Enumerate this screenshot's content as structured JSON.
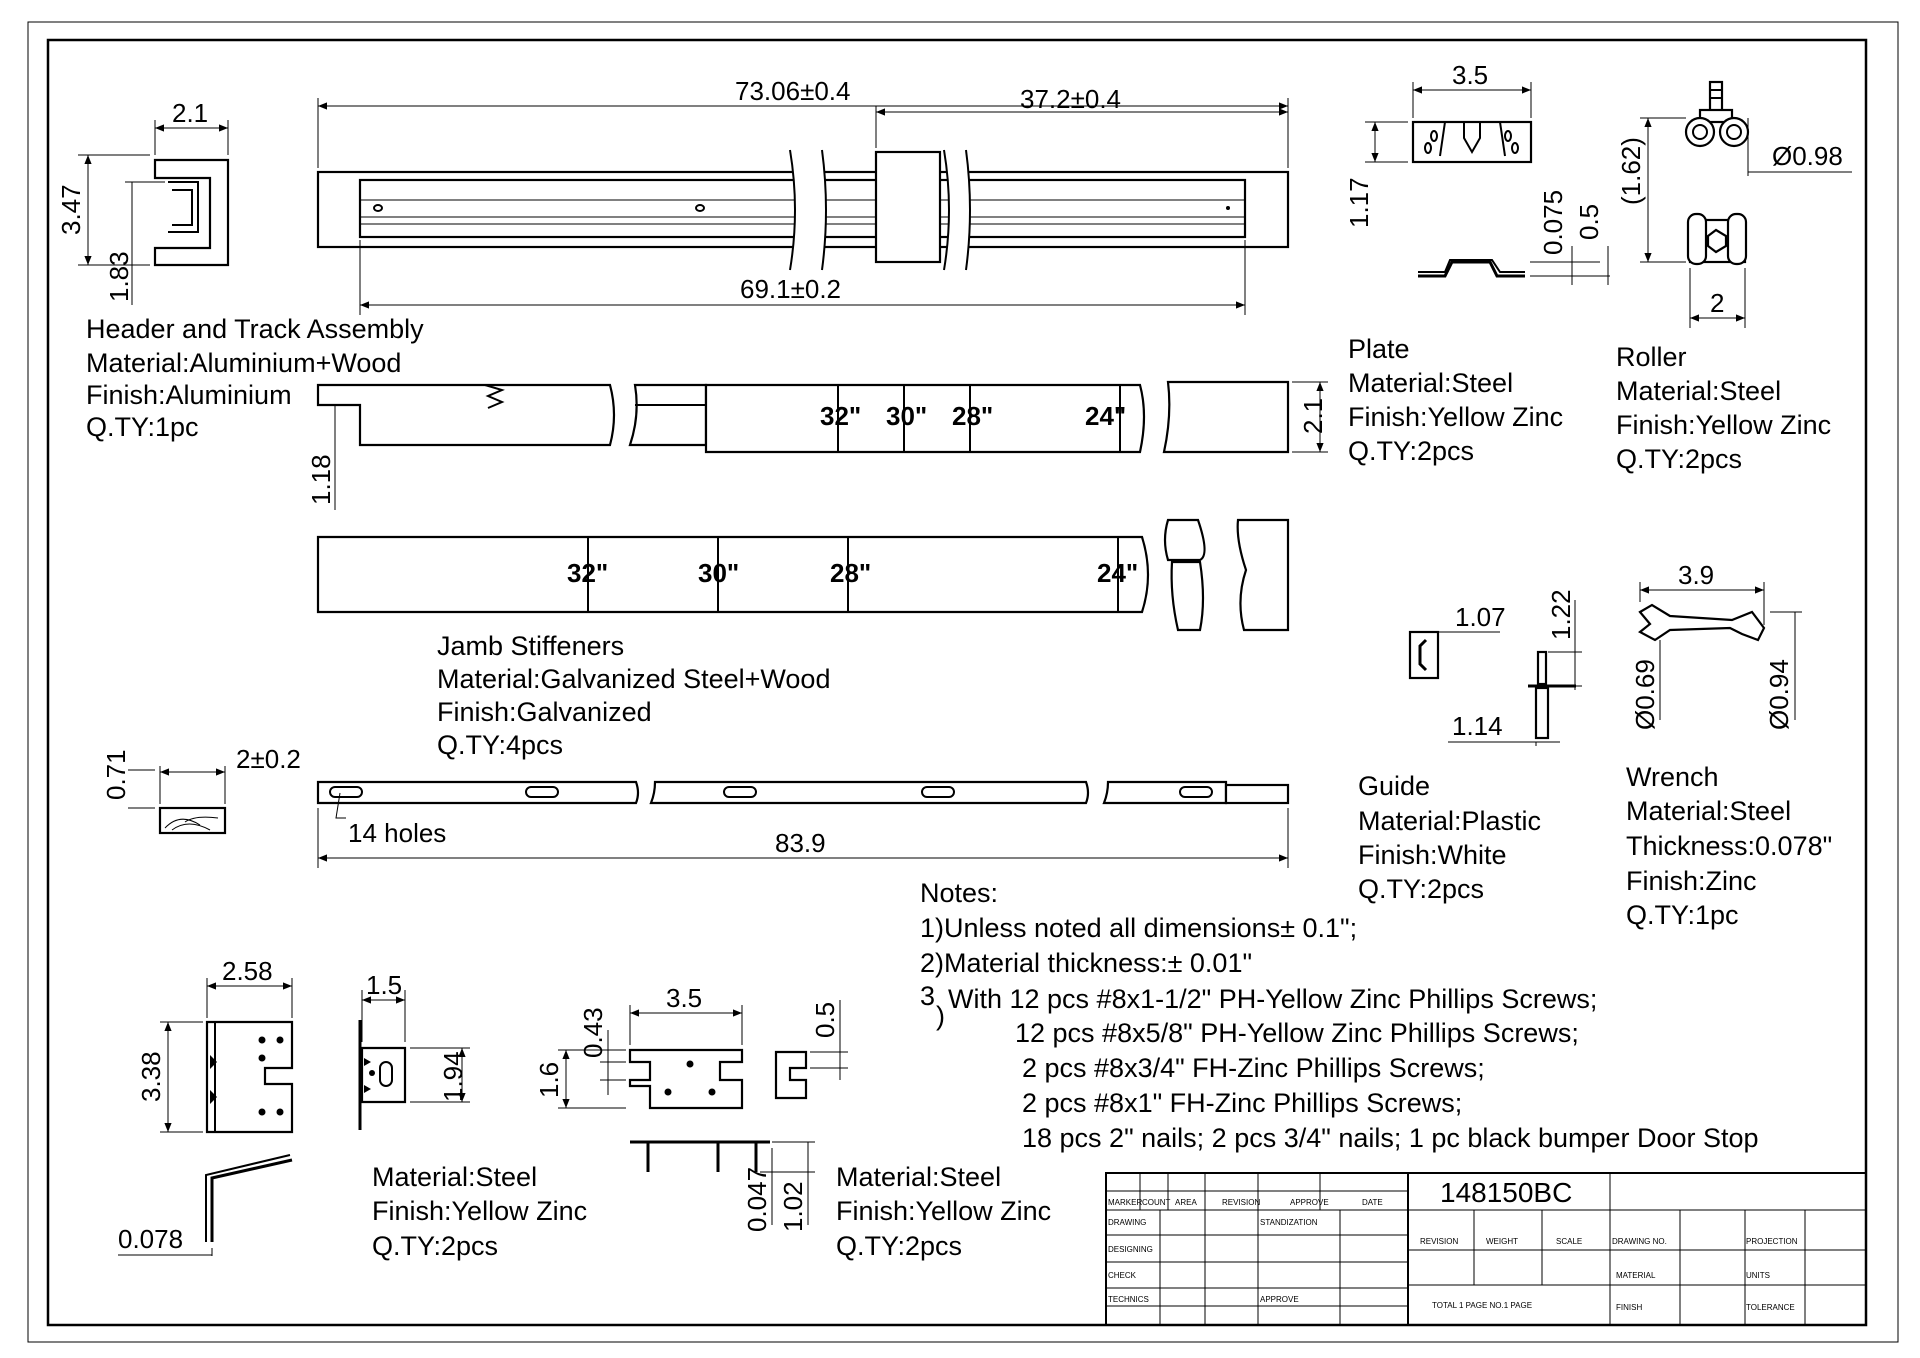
{
  "header_track": {
    "dims": {
      "width": "2.1",
      "height": "3.47",
      "depth": "1.83",
      "overall": "73.06±0.4",
      "right": "37.2±0.4",
      "track": "69.1±0.2"
    },
    "lines": [
      "Header and Track Assembly",
      "Material:Aluminium+Wood",
      "Finish:Aluminium",
      "Q.TY:1pc"
    ]
  },
  "header_board": {
    "dims": {
      "thick": "1.18",
      "height": "2.1"
    },
    "marks": [
      "32\"",
      "30\"",
      "28\"",
      "24\""
    ]
  },
  "jamb": {
    "marks": [
      "32\"",
      "30\"",
      "28\"",
      "24\""
    ],
    "lines": [
      "Jamb Stiffeners",
      "Material:Galvanized Steel+Wood",
      "Finish:Galvanized",
      "Q.TY:4pcs"
    ],
    "dims": {
      "section_h": "0.71",
      "section_w": "2±0.2",
      "length": "83.9",
      "holes": "14 holes"
    }
  },
  "plate": {
    "dims": {
      "w": "3.5",
      "h": "1.17",
      "t": "0.075",
      "step": "0.5"
    },
    "lines": [
      "Plate",
      "Material:Steel",
      "Finish:Yellow Zinc",
      "Q.TY:2pcs"
    ]
  },
  "roller": {
    "dims": {
      "h": "(1.62)",
      "dia": "Ø0.98",
      "w": "2"
    },
    "lines": [
      "Roller",
      "Material:Steel",
      "Finish:Yellow Zinc",
      "Q.TY:2pcs"
    ]
  },
  "guide": {
    "dims": {
      "a": "1.07",
      "b": "1.22",
      "c": "1.14"
    },
    "lines": [
      "Guide",
      "Material:Plastic",
      "Finish:White",
      "Q.TY:2pcs"
    ]
  },
  "wrench": {
    "dims": {
      "len": "3.9",
      "d1": "Ø0.69",
      "d2": "Ø0.94"
    },
    "lines": [
      "Wrench",
      "Material:Steel",
      "Thickness:0.078\"",
      "Finish:Zinc",
      "Q.TY:1pc"
    ]
  },
  "notes": {
    "title": "Notes:",
    "n1": "1)Unless noted all dimensions± 0.1\";",
    "n2": "2)Material thickness:± 0.01\"",
    "n3_num": "3",
    "n3_paren": ")",
    "n3_lines": [
      "With 12 pcs #8x1-1/2\" PH-Yellow Zinc Phillips Screws;",
      "12 pcs #8x5/8\" PH-Yellow Zinc Phillips Screws;",
      "2 pcs #8x3/4\" FH-Zinc Phillips Screws;",
      "2 pcs #8x1\" FH-Zinc Phillips Screws;",
      "18 pcs 2\" nails; 2 pcs 3/4\" nails; 1 pc black bumper Door Stop"
    ]
  },
  "bracket1": {
    "dims": {
      "w": "2.58",
      "h": "3.38",
      "t": "0.078",
      "w2": "1.5",
      "h2": "1.94"
    },
    "lines": [
      "Material:Steel",
      "Finish:Yellow Zinc",
      "Q.TY:2pcs"
    ]
  },
  "bracket2": {
    "dims": {
      "w": "3.5",
      "a": "0.43",
      "h": "1.6",
      "e": "0.5",
      "t": "0.047",
      "h2": "1.02"
    },
    "lines": [
      "Material:Steel",
      "Finish:Yellow Zinc",
      "Q.TY:2pcs"
    ]
  },
  "title_block": {
    "part_no": "148150BC",
    "hdr": [
      "MARKER",
      "COUNT",
      "AREA",
      "REVISION",
      "APPROVE",
      "DATE"
    ],
    "left_rows": [
      "DRAWING",
      "DESIGNING",
      "CHECK",
      "TECHNICS"
    ],
    "stand": "STANDIZATION",
    "approve2": "APPROVE",
    "mid_hdr": [
      "REVISION",
      "WEIGHT",
      "SCALE"
    ],
    "total": "TOTAL 1 PAGE  NO.1 PAGE",
    "right_labels": [
      "DRAWING NO.",
      "MATERIAL",
      "FINISH"
    ],
    "right_labels2": [
      "PROJECTION",
      "UNITS",
      "TOLERANCE"
    ]
  }
}
